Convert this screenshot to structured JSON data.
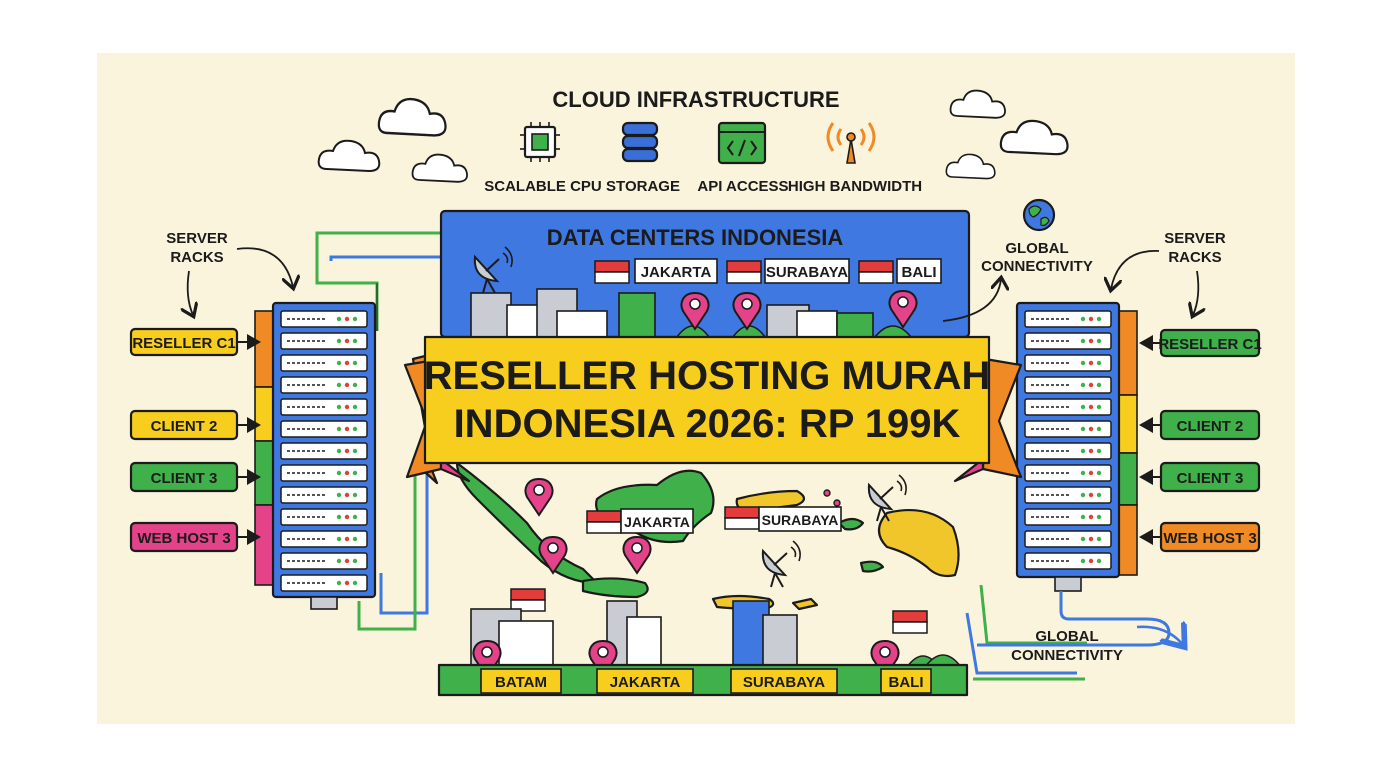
{
  "infrastructure": {
    "title": "CLOUD INFRASTRUCTURE",
    "features": [
      {
        "label": "SCALABLE CPU",
        "icon": "cpu-chip-icon",
        "color": "#3fb04a"
      },
      {
        "label": "STORAGE",
        "icon": "database-icon",
        "color": "#3a6fd8"
      },
      {
        "label": "API ACCESS",
        "icon": "code-window-icon",
        "color": "#3fb04a"
      },
      {
        "label": "HIGH BANDWIDTH",
        "icon": "antenna-signal-icon",
        "color": "#f08a24"
      }
    ]
  },
  "data_centers": {
    "title": "DATA CENTERS INDONESIA",
    "cities": [
      "JAKARTA",
      "SURABAYA",
      "BALI"
    ],
    "panel_color": "#3f78e0"
  },
  "banner": {
    "line1": "RESELLER HOSTING MURAH",
    "line2": "INDONESIA 2026: RP 199K",
    "color": "#f7cd1e",
    "ribbon_colors": [
      "#f08a24",
      "#e4438a"
    ]
  },
  "left_rack": {
    "caption_line1": "SERVER",
    "caption_line2": "RACKS",
    "clients": [
      {
        "label": "RESELLER C1",
        "color": "#f7cd1e"
      },
      {
        "label": "CLIENT 2",
        "color": "#f7cd1e"
      },
      {
        "label": "CLIENT 3",
        "color": "#3fb04a"
      },
      {
        "label": "WEB HOST 3",
        "color": "#e4438a"
      }
    ]
  },
  "right_rack": {
    "caption_line1": "SERVER",
    "caption_line2": "RACKS",
    "clients": [
      {
        "label": "RESELLER C1",
        "color": "#3fb04a"
      },
      {
        "label": "CLIENT 2",
        "color": "#3fb04a"
      },
      {
        "label": "CLIENT 3",
        "color": "#3fb04a"
      },
      {
        "label": "WEB HOST 3",
        "color": "#f08a24"
      }
    ]
  },
  "connectivity_top": {
    "line1": "GLOBAL",
    "line2": "CONNECTIVITY"
  },
  "connectivity_bottom": {
    "line1": "GLOBAL",
    "line2": "CONNECTIVITY"
  },
  "map": {
    "labels": [
      "JAKARTA",
      "SURABAYA"
    ],
    "land_green": "#3fb04a",
    "land_yellow": "#f0c62a"
  },
  "locations_bar": {
    "cities": [
      "BATAM",
      "JAKARTA",
      "SURABAYA",
      "BALI"
    ],
    "color": "#3fb04a"
  },
  "colors": {
    "background": "#fbf4dc",
    "blue": "#3f78e0",
    "green": "#3fb04a",
    "yellow": "#f7cd1e",
    "orange": "#f08a24",
    "pink": "#e4438a",
    "red_flag": "#e23c3c"
  }
}
